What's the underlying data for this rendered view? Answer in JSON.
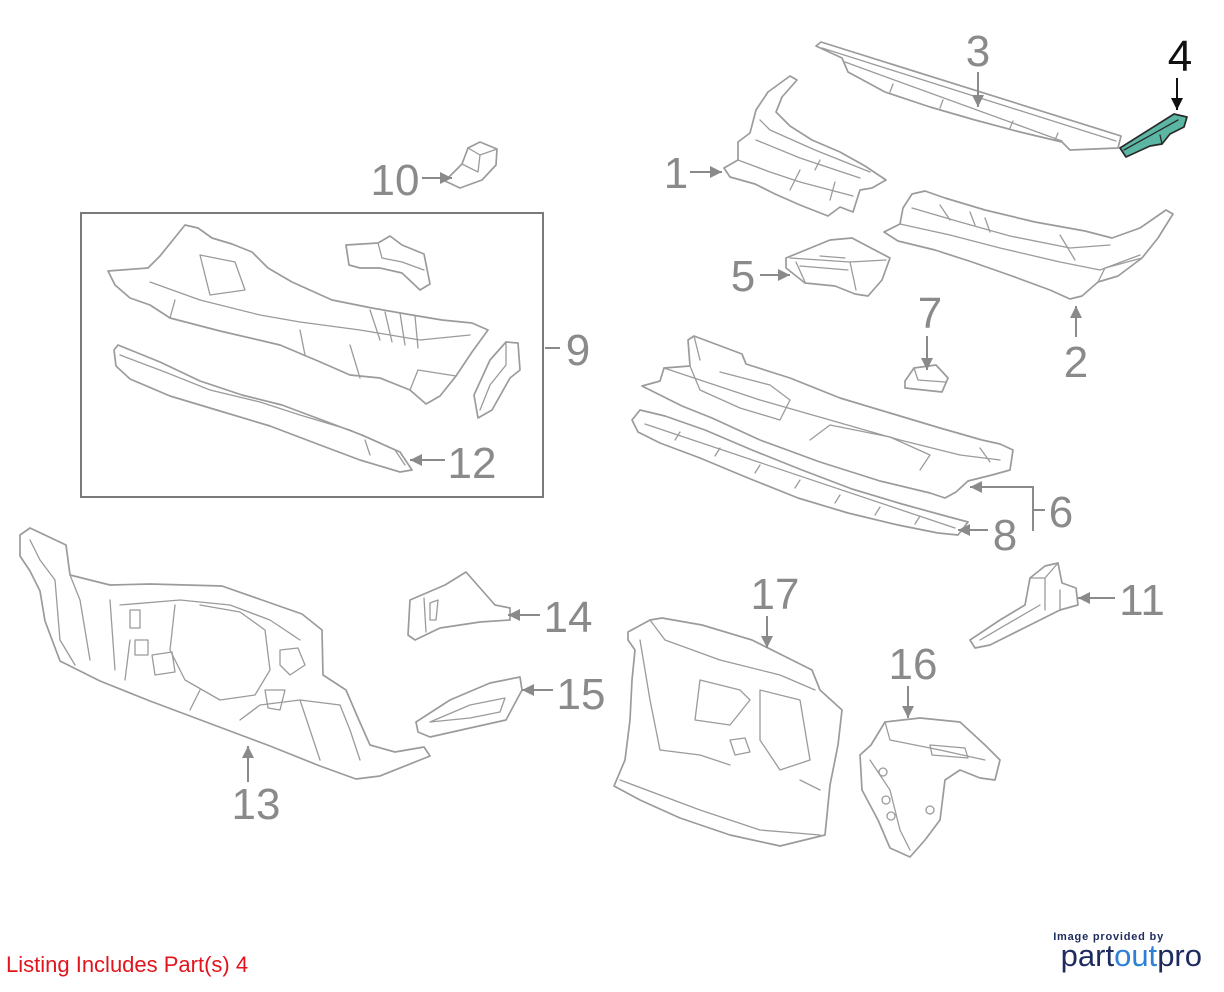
{
  "diagram": {
    "callouts": [
      {
        "number": "1"
      },
      {
        "number": "2"
      },
      {
        "number": "3"
      },
      {
        "number": "4",
        "highlighted": true
      },
      {
        "number": "5"
      },
      {
        "number": "6"
      },
      {
        "number": "7"
      },
      {
        "number": "8"
      },
      {
        "number": "9"
      },
      {
        "number": "10"
      },
      {
        "number": "11"
      },
      {
        "number": "12"
      },
      {
        "number": "13"
      },
      {
        "number": "14"
      },
      {
        "number": "15"
      },
      {
        "number": "16"
      },
      {
        "number": "17"
      }
    ]
  },
  "footer": {
    "listing_text": "Listing Includes Part(s) 4"
  },
  "logo": {
    "caption": "Image provided by",
    "name_parts": [
      "part",
      "out",
      "pro"
    ]
  },
  "colors": {
    "line": "#9b9b9b",
    "label": "#8a8a8a",
    "highlight_fill": "#5bb7a3",
    "highlight_label": "#111111",
    "listing_text": "#e3141b",
    "logo_dark": "#1d2b5e",
    "logo_accent": "#2f80d5",
    "background": "#ffffff"
  }
}
